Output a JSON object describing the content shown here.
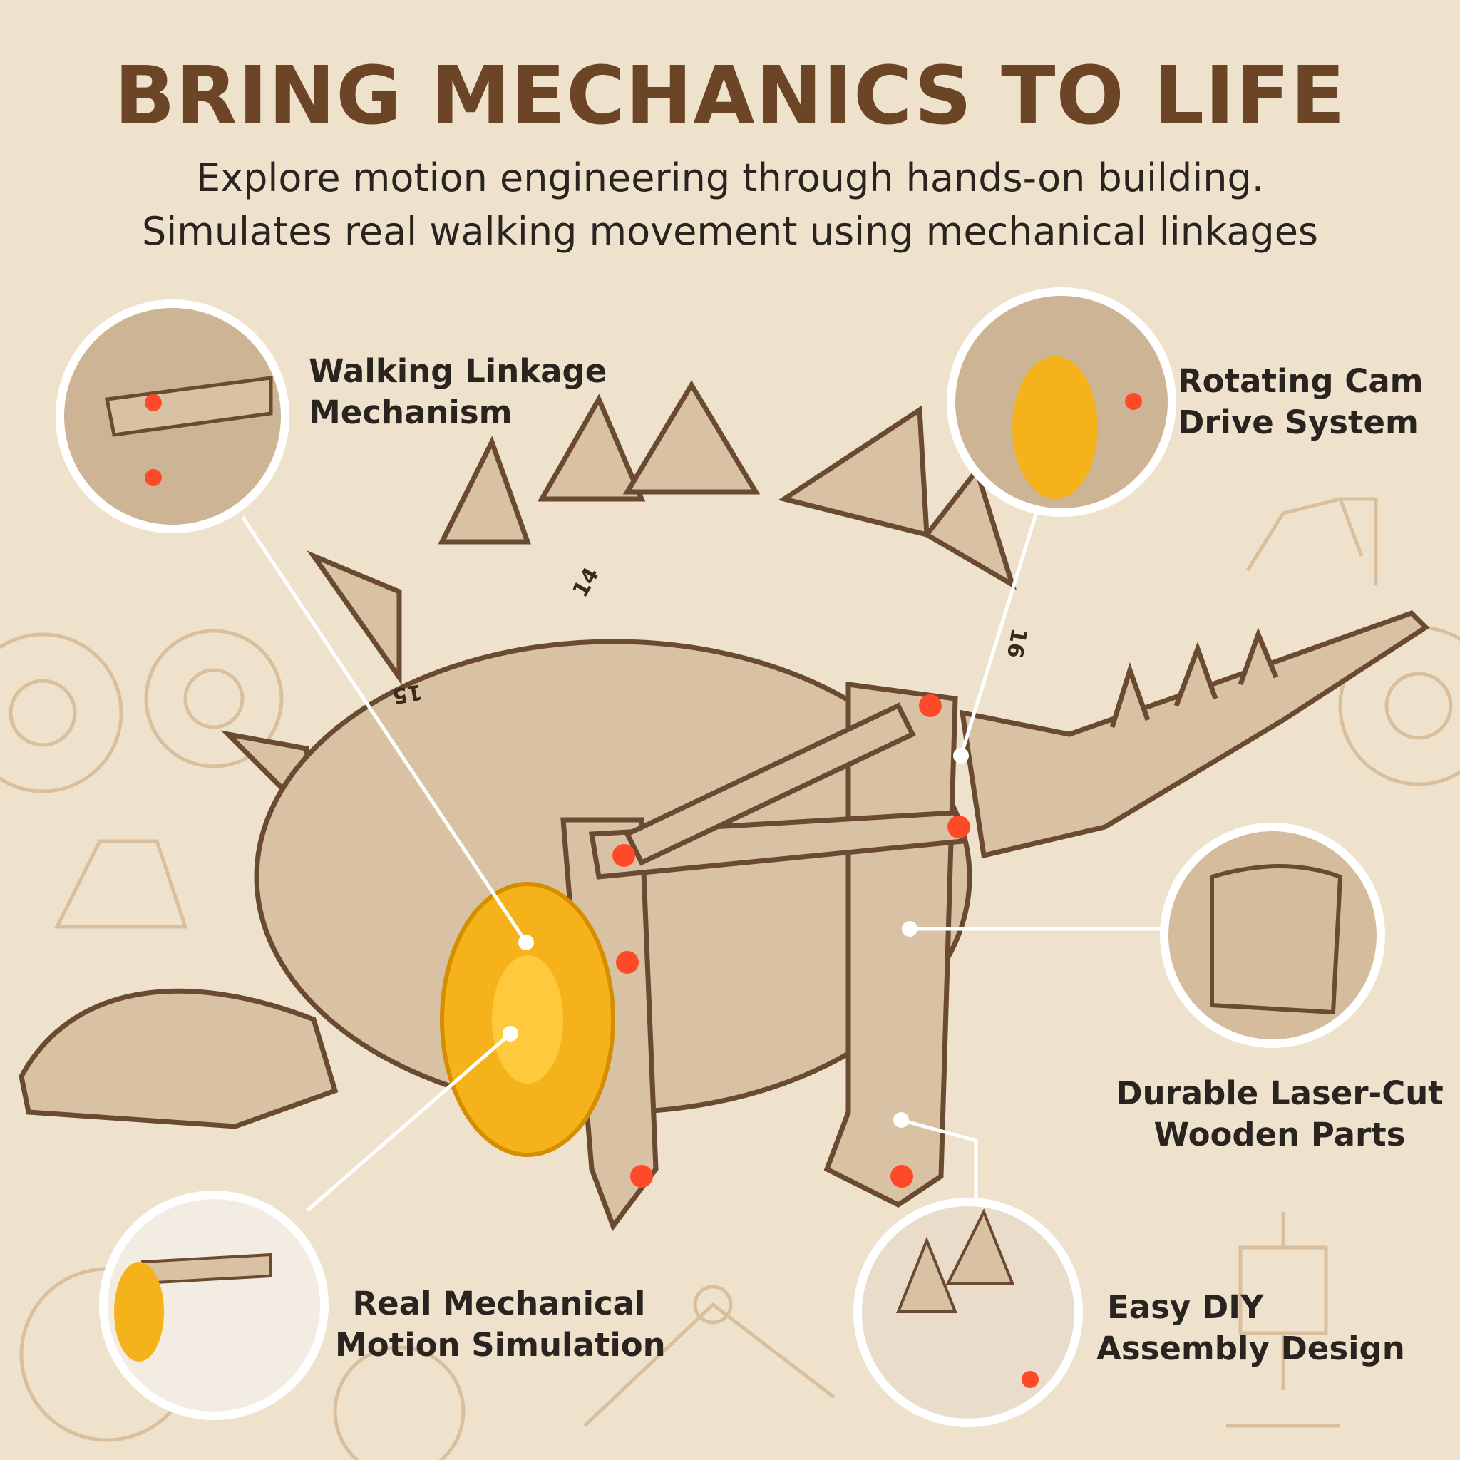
{
  "header": {
    "title": "BRING MECHANICS TO LIFE",
    "subtitle_line1": "Explore motion engineering through hands-on building.",
    "subtitle_line2": "Simulates real walking movement using mechanical linkages"
  },
  "callouts": [
    {
      "line1": "Walking Linkage",
      "line2": "Mechanism"
    },
    {
      "line1": "Rotating Cam",
      "line2": "Drive System"
    },
    {
      "line1": "Durable Laser-Cut",
      "line2": "Wooden Parts"
    },
    {
      "line1": "Real Mechanical",
      "line2": "Motion Simulation"
    },
    {
      "line1": "Easy DIY",
      "line2": "Assembly Design"
    }
  ],
  "part_numbers": [
    "14",
    "15",
    "16"
  ],
  "colors": {
    "background": "#efe2cc",
    "title": "#6b4526",
    "text": "#2a2420",
    "wood": "#d9c2a3",
    "wood_edge": "#6a4a30",
    "cam": "#f6b21a",
    "peg": "#ff4a2a"
  }
}
